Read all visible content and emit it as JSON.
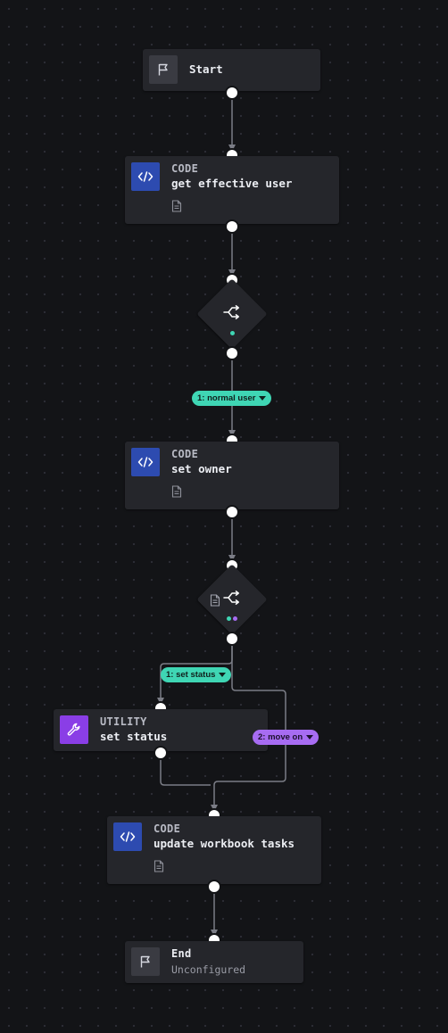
{
  "nodes": {
    "start": {
      "title": "Start",
      "icon": "flag-icon"
    },
    "get_effective_user": {
      "type": "CODE",
      "name": "get effective user",
      "icon": "code-icon"
    },
    "set_owner": {
      "type": "CODE",
      "name": "set owner",
      "icon": "code-icon"
    },
    "set_status": {
      "type": "UTILITY",
      "name": "set status",
      "icon": "wrench-icon"
    },
    "update_workbook_tasks": {
      "type": "CODE",
      "name": "update workbook tasks",
      "icon": "code-icon"
    },
    "end": {
      "title": "End",
      "subtitle": "Unconfigured",
      "icon": "flag-icon"
    }
  },
  "branches": {
    "normal_user": "1: normal user",
    "set_status": "1: set status",
    "move_on": "2: move on"
  },
  "colors": {
    "background": "#131417",
    "node": "#25262b",
    "code_icon": "#2d4bb0",
    "utility_icon": "#8a3ee6",
    "teal_branch": "#3fd6b4",
    "purple_branch": "#a76cf2",
    "edge": "#7b7d86"
  }
}
